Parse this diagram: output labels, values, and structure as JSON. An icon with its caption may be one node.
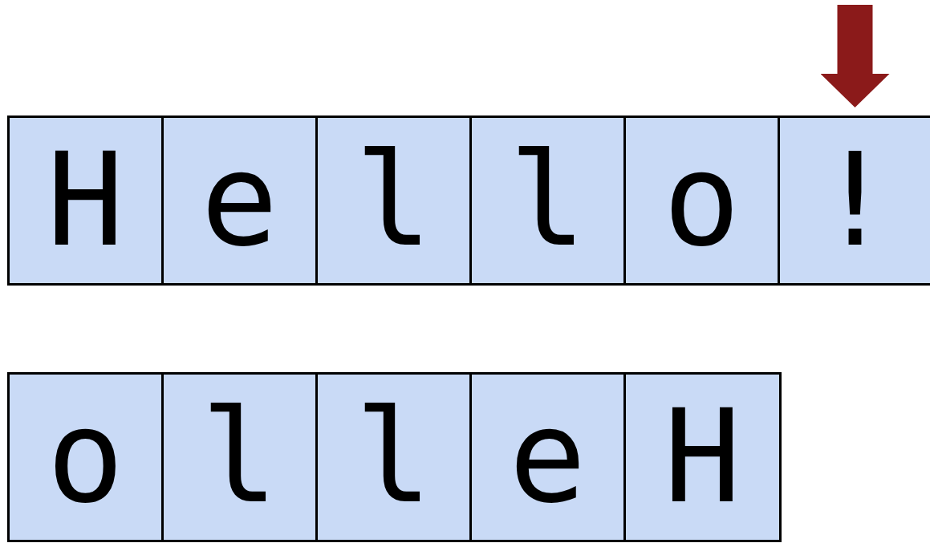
{
  "diagram": {
    "nodes": [
      {
        "text": [
          "H"
        ]
      },
      {
        "text": [
          "e"
        ]
      },
      {
        "text": [
          "l"
        ]
      },
      {
        "text": [
          "l"
        ]
      },
      {
        "text": [
          "o"
        ]
      },
      {
        "text": [
          "!"
        ]
      },
      {
        "text": [
          "o"
        ]
      },
      {
        "text": [
          "l"
        ]
      },
      {
        "text": [
          "l"
        ]
      },
      {
        "text": [
          "e"
        ]
      },
      {
        "text": [
          "H"
        ]
      }
    ],
    "edges": [
      {
        "from": null,
        "to": 5,
        "arrow": "to"
      }
    ]
  }
}
